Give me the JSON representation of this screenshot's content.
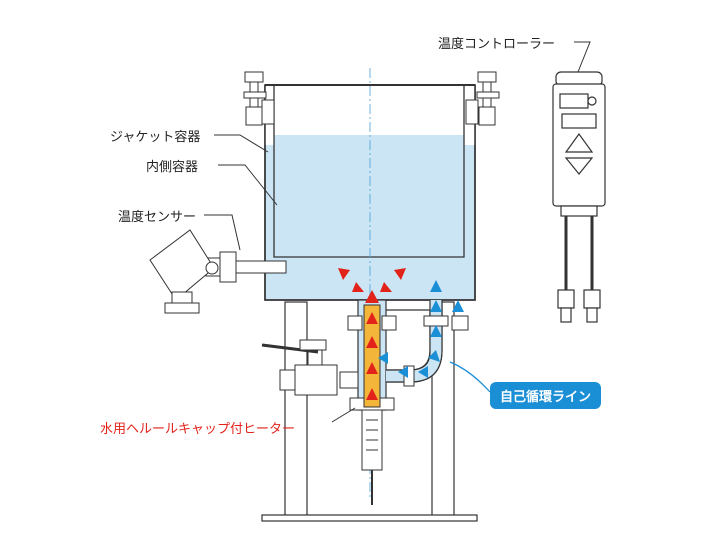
{
  "labels": {
    "controller": "温度コントローラー",
    "jacket": "ジャケット容器",
    "inner": "内側容器",
    "sensor": "温度センサー",
    "heater": "水用ヘルールキャップ付ヒーター",
    "loop": "自己循環ライン"
  },
  "colors": {
    "water": "#cbe5f4",
    "red": "#e2231a",
    "blue": "#1b8fd6",
    "heater": "#f3b53a",
    "line": "#333333"
  }
}
